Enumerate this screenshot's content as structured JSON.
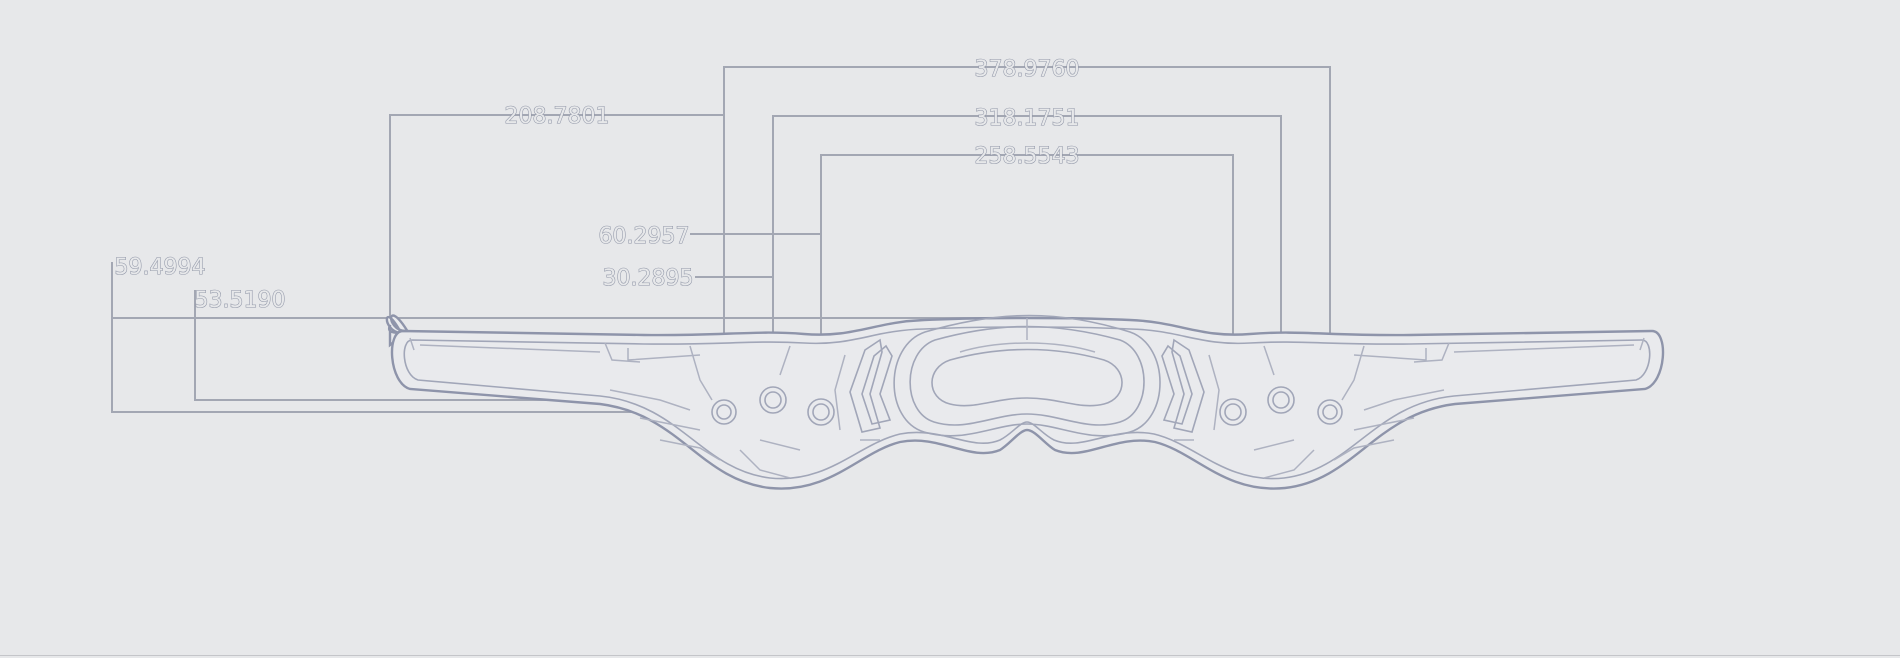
{
  "drawing": {
    "dimensions": [
      {
        "id": "d1",
        "value": "378.9760"
      },
      {
        "id": "d2",
        "value": "318.1751"
      },
      {
        "id": "d3",
        "value": "258.5543"
      },
      {
        "id": "d4",
        "value": "208.7801"
      },
      {
        "id": "d5",
        "value": "60.2957"
      },
      {
        "id": "d6",
        "value": "30.2895"
      },
      {
        "id": "d7",
        "value": "59.4994"
      },
      {
        "id": "d8",
        "value": "53.5190"
      }
    ]
  },
  "colors": {
    "background": "#e7e8ea",
    "line": "#a3a7b3",
    "part_outline": "#8e94aa"
  }
}
